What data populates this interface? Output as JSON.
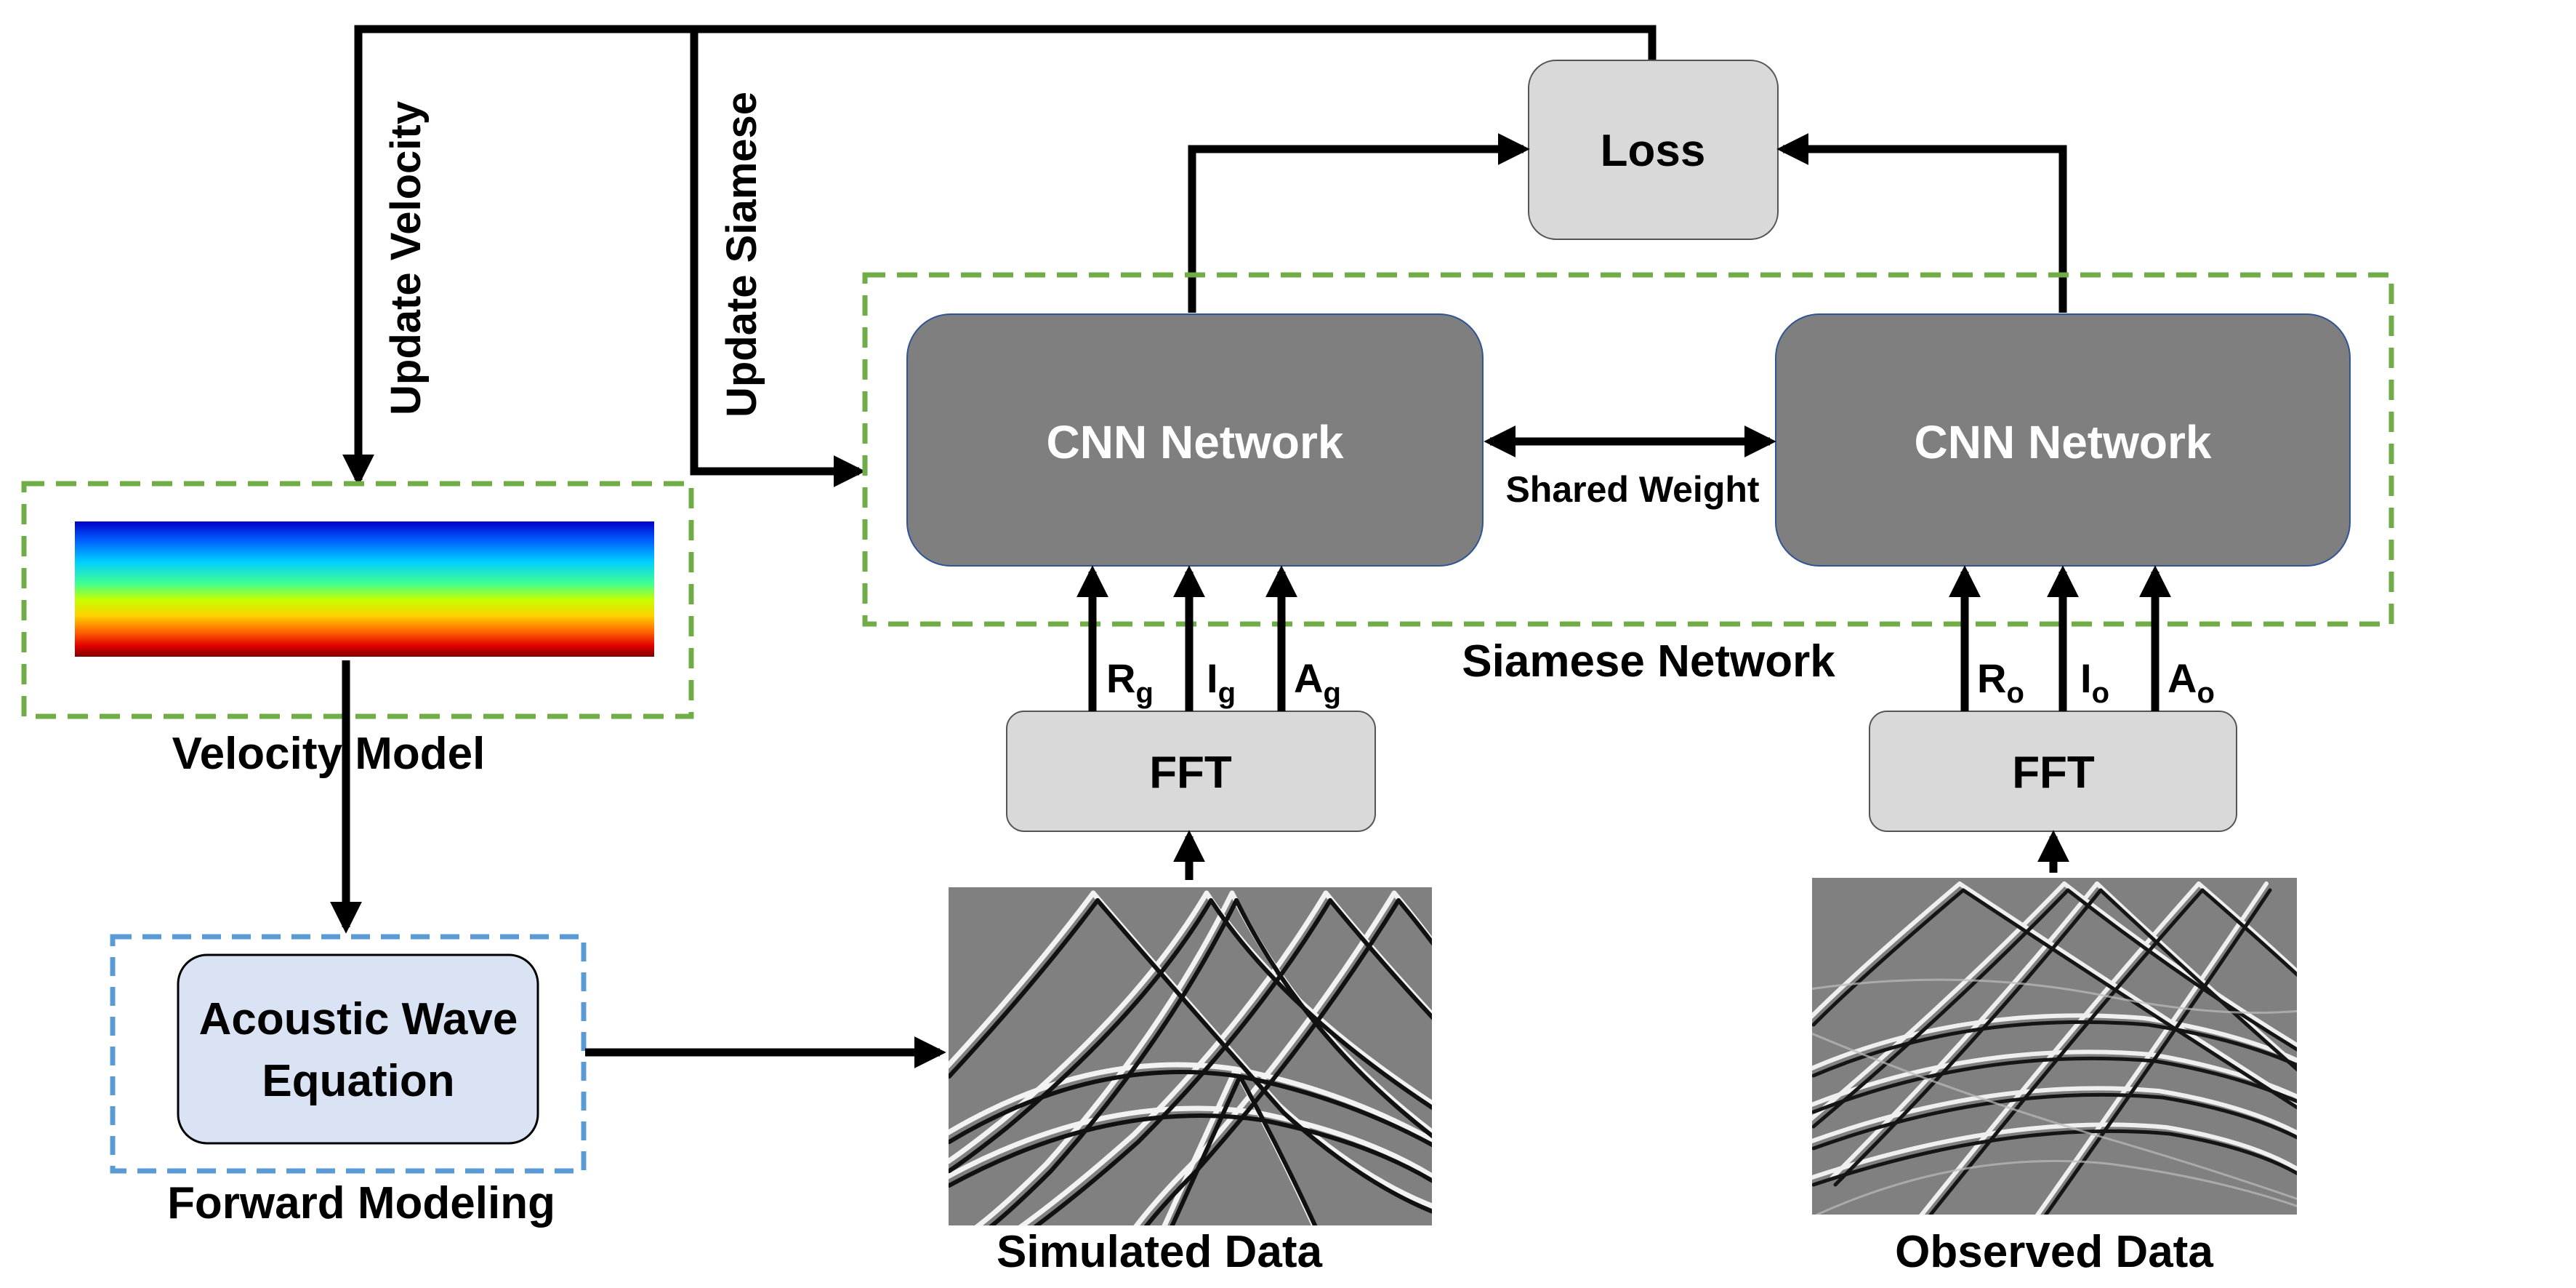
{
  "feedback": {
    "update_velocity": "Update Velocity",
    "update_siamese": "Update Siamese"
  },
  "loss": {
    "label": "Loss"
  },
  "siamese": {
    "label": "Siamese Network",
    "left_cnn": "CNN Network",
    "right_cnn": "CNN Network",
    "shared_weight": "Shared Weight",
    "left_inputs": [
      {
        "main": "R",
        "sub": "g"
      },
      {
        "main": "I",
        "sub": "g"
      },
      {
        "main": "A",
        "sub": "g"
      }
    ],
    "right_inputs": [
      {
        "main": "R",
        "sub": "o"
      },
      {
        "main": "I",
        "sub": "o"
      },
      {
        "main": "A",
        "sub": "o"
      }
    ]
  },
  "fft": {
    "left": "FFT",
    "right": "FFT"
  },
  "velocity_model": {
    "label": "Velocity Model"
  },
  "forward_modeling": {
    "label": "Forward Modeling",
    "box_line1": "Acoustic Wave",
    "box_line2": "Equation"
  },
  "simulated_data": {
    "label": "Simulated Data"
  },
  "observed_data": {
    "label": "Observed Data"
  },
  "colors": {
    "cnn_fill": "#7f7f7f",
    "light_box_fill": "#d9d9d9",
    "wave_box_fill": "#dae3f3",
    "siamese_border": "#70ad47",
    "forward_border": "#5b9bd5",
    "gather_background": "#808080"
  }
}
